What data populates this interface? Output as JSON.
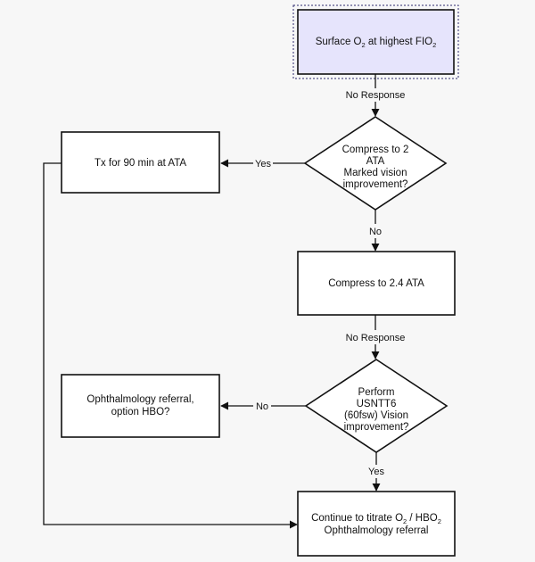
{
  "diagram": {
    "nodes": {
      "start": {
        "label": "Surface O2 at highest FIO2",
        "base1": "Surface O",
        "sub1": "2",
        "base2": " at highest FIO",
        "sub2": "2"
      },
      "compress2": {
        "lines": [
          "Compress to 2",
          "ATA",
          "Marked vision",
          "improvement?"
        ]
      },
      "tx90": {
        "label": "Tx for 90 min at ATA"
      },
      "compress24": {
        "label": "Compress to 2.4 ATA"
      },
      "usntt6": {
        "lines": [
          "Perform",
          "USNTT6",
          "(60fsw) Vision",
          "improvement?"
        ]
      },
      "ophtho": {
        "lines": [
          "Ophthalmology referral,",
          "option HBO?"
        ]
      },
      "final": {
        "line1_a": "Continue to titrate O",
        "line1_sub1": "2",
        "line1_b": " / HBO",
        "line1_sub2": "2",
        "line2": "Ophthalmology referral"
      }
    },
    "edges": {
      "start_to_compress2": "No Response",
      "compress2_yes": "Yes",
      "compress2_no": "No",
      "compress24_to_usntt6": "No Response",
      "usntt6_no": "No",
      "usntt6_yes": "Yes"
    },
    "colors": {
      "start_fill": "#e6e4fc",
      "start_border": "#2e2a6e",
      "line": "#111111",
      "box_fill": "#ffffff"
    }
  }
}
